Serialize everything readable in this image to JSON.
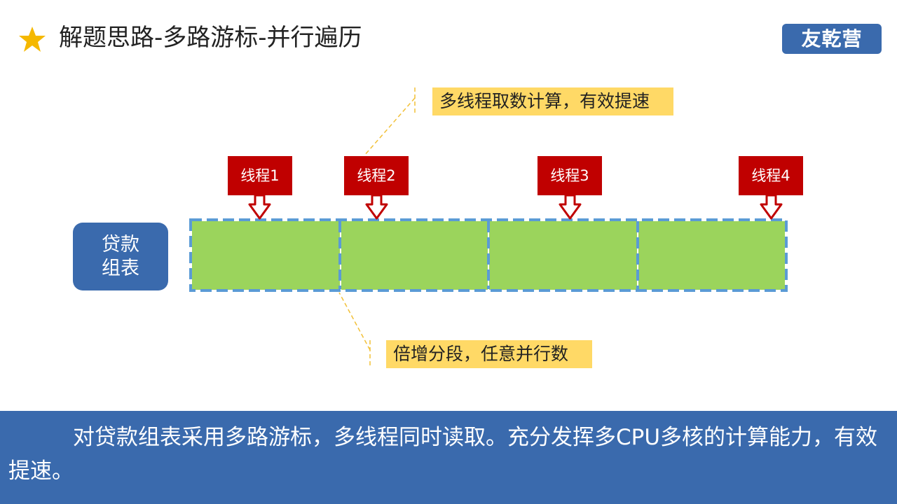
{
  "title": "解题思路-多路游标-并行遍历",
  "logo": "友乾营",
  "colors": {
    "star": "#f5b800",
    "brand_blue": "#3a6aad",
    "thread_red": "#c00000",
    "segment_green": "#9bd45c",
    "dash_blue": "#5b9bd5",
    "callout_yellow": "#ffd966",
    "leader_line": "#f2c037"
  },
  "table_label": "贷款组表",
  "callouts": {
    "top": "多线程取数计算，有效提速",
    "bottom": "倍增分段，任意并行数"
  },
  "threads": [
    {
      "label": "线程1"
    },
    {
      "label": "线程2"
    },
    {
      "label": "线程3"
    },
    {
      "label": "线程4"
    }
  ],
  "segment_count": 4,
  "summary": "对贷款组表采用多路游标，多线程同时读取。充分发挥多CPU多核的计算能力，有效提速。"
}
